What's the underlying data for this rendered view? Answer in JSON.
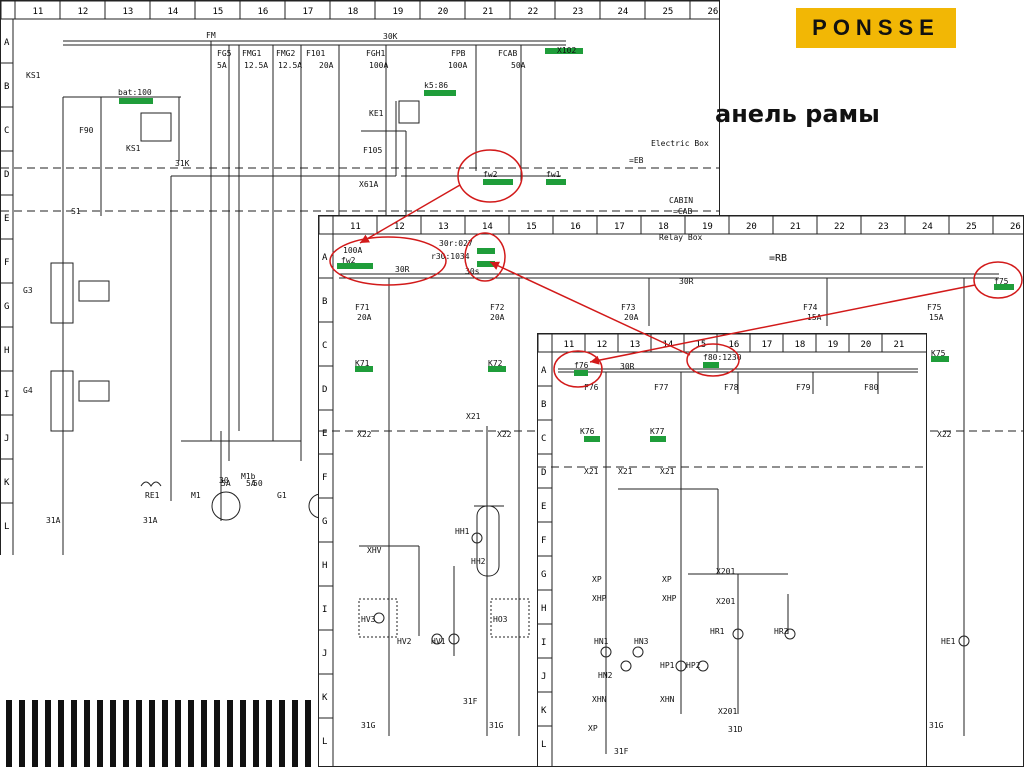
{
  "logo_text": "PONSSE",
  "title_text": "анель рамы",
  "colors": {
    "accent": "#f2b705",
    "highlight": "#1f9d3a",
    "arrow": "#d21a1a"
  },
  "sheet1": {
    "cols": [
      "11",
      "12",
      "13",
      "14",
      "15",
      "16",
      "17",
      "18",
      "19",
      "20",
      "21",
      "22",
      "23",
      "24",
      "25",
      "26"
    ],
    "rows": [
      "A",
      "B",
      "C",
      "D",
      "E",
      "F",
      "G",
      "H",
      "I",
      "J",
      "K",
      "L"
    ],
    "fuses": [
      "FM",
      "FG5",
      "FMG1",
      "FMG2",
      "F101",
      "FGH1",
      "FPB",
      "FCAB"
    ],
    "fuse_ratings": [
      "5A",
      "12.5A",
      "12.5A",
      "20A",
      "100A",
      "100A",
      "50A"
    ],
    "labels": [
      "KS1",
      "F90",
      "KS1",
      "S1",
      "G3",
      "G4",
      "RE1",
      "M1",
      "M1b",
      "G1",
      "KE1",
      "F105",
      "X61A",
      "31K",
      "30K",
      "31A",
      "31A",
      "Electric Box",
      "=EB",
      "CABIN",
      "=CAB",
      "X102",
      "bat:100",
      "k5:86",
      "fw2",
      "fw1",
      "5A",
      "5A",
      "30",
      "50"
    ]
  },
  "sheet2": {
    "cols": [
      "11",
      "12",
      "13",
      "14",
      "15",
      "16",
      "17",
      "18",
      "19",
      "20",
      "21",
      "22",
      "23",
      "24",
      "25",
      "26"
    ],
    "rows": [
      "A",
      "B",
      "C",
      "D",
      "E",
      "F",
      "G",
      "H",
      "I",
      "J",
      "K",
      "L"
    ],
    "header": "Relay Box",
    "code": "=RB",
    "fuses": [
      "F71",
      "F72",
      "F73",
      "F74",
      "F75"
    ],
    "fuse_ratings": [
      "20A",
      "20A",
      "20A",
      "15A",
      "15A"
    ],
    "labels": [
      "100A",
      "fw2",
      "30R",
      "30R",
      "K71",
      "K72",
      "K75",
      "X22",
      "X21",
      "X22",
      "X22",
      "XHV",
      "HV3",
      "HV2",
      "HV1",
      "HH1",
      "HH2",
      "HO3",
      "31F",
      "31G",
      "31G",
      "31G",
      "HE1",
      "f75",
      "30r:027",
      "r30:1034",
      "30s"
    ]
  },
  "sheet3": {
    "cols": [
      "11",
      "12",
      "13",
      "14",
      "15",
      "16",
      "17",
      "18",
      "19",
      "20",
      "21"
    ],
    "rows": [
      "A",
      "B",
      "C",
      "D",
      "E",
      "F",
      "G",
      "H",
      "I",
      "J",
      "K",
      "L"
    ],
    "fuses": [
      "F76",
      "F77",
      "F78",
      "F79",
      "F80"
    ],
    "labels": [
      "30R",
      "K76",
      "K77",
      "X21",
      "X21",
      "X21",
      "XP",
      "XP",
      "XHP",
      "XHP",
      "HN1",
      "HN2",
      "HN3",
      "HP1",
      "HP2",
      "X201",
      "X201",
      "HR1",
      "HR2",
      "X201",
      "XHN",
      "XHN",
      "XP",
      "31F",
      "31D",
      "f76",
      "f80:1230"
    ]
  }
}
